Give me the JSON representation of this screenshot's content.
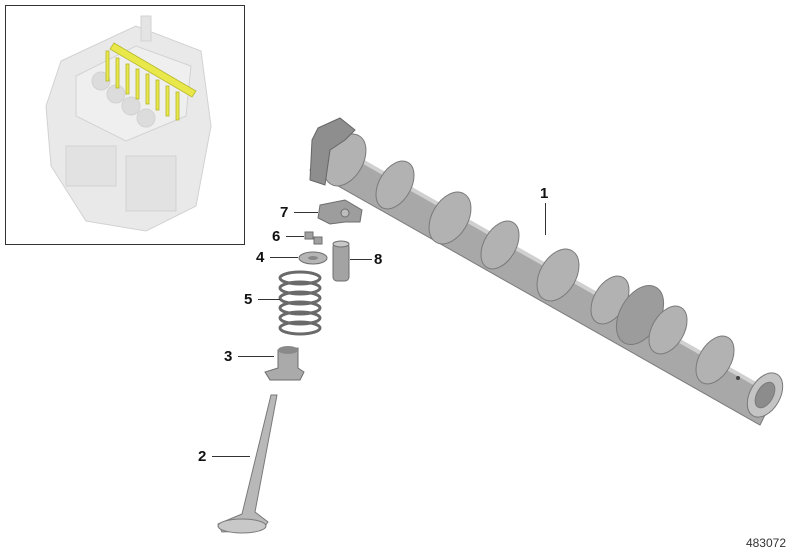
{
  "diagram": {
    "type": "exploded parts diagram",
    "subject": "Camshaft and valve train",
    "reference_number": "483072",
    "inset": {
      "description": "Engine overview with valve train highlighted",
      "highlight_color": "#e8e84a"
    },
    "callouts": [
      {
        "number": "1",
        "part": "camshaft"
      },
      {
        "number": "2",
        "part": "valve"
      },
      {
        "number": "3",
        "part": "valve stem seal"
      },
      {
        "number": "4",
        "part": "spring retainer"
      },
      {
        "number": "5",
        "part": "valve spring"
      },
      {
        "number": "6",
        "part": "valve collets"
      },
      {
        "number": "7",
        "part": "roller rocker arm"
      },
      {
        "number": "8",
        "part": "hydraulic valve lifter"
      }
    ]
  },
  "colors": {
    "part_gray": "#a9a9a9",
    "part_dark": "#6e6e6e",
    "part_light": "#cfcfcf",
    "engine_ghost": "#e6e6e6",
    "highlight": "#e8e84a"
  }
}
